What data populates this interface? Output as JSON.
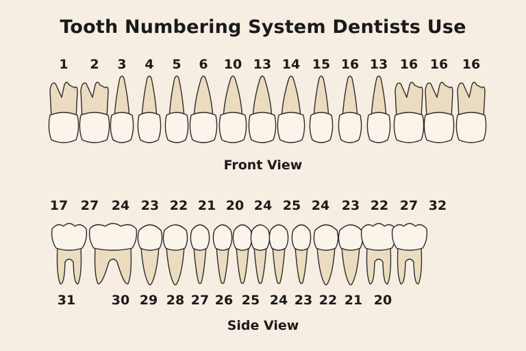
{
  "title": "Tooth Numbering System Dentists Use",
  "front": {
    "caption": "Front View",
    "numbers": [
      "1",
      "2",
      "3",
      "4",
      "5",
      "6",
      "10",
      "13",
      "14",
      "15",
      "16",
      "13",
      "16",
      "16",
      "16"
    ],
    "shapes": [
      "molar",
      "molar",
      "premolar",
      "premolar",
      "premolar",
      "canine",
      "canine",
      "canine",
      "canine",
      "premolar",
      "premolar",
      "premolar",
      "molar",
      "molar",
      "molar"
    ]
  },
  "side": {
    "caption": "Side View",
    "top_numbers": [
      "17",
      "27",
      "24",
      "23",
      "22",
      "21",
      "20",
      "24",
      "25",
      "24",
      "23",
      "22",
      "27",
      "32"
    ],
    "bottom_numbers": [
      "31",
      "30",
      "29",
      "28",
      "27",
      "26",
      "25",
      "24",
      "23",
      "22",
      "21",
      "20"
    ],
    "shapes": [
      "molar",
      "bigmolar",
      "premolar",
      "premolar",
      "incisor",
      "incisor",
      "incisor",
      "incisor",
      "incisor",
      "incisor",
      "premolar",
      "premolar",
      "molar",
      "molar"
    ]
  },
  "colors": {
    "background": "#f6eee2",
    "tooth_fill": "#faf4ea",
    "root_fill": "#ecdcbf",
    "outline": "#2a2a2a"
  }
}
